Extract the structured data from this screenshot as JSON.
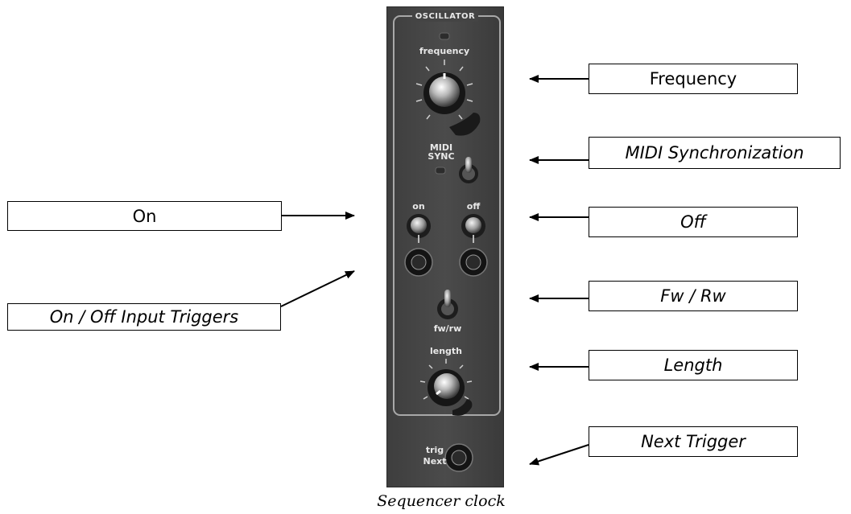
{
  "module": {
    "header": "OSCILLATOR",
    "labels": {
      "frequency": "frequency",
      "midi_sync_line1": "MIDI",
      "midi_sync_line2": "SYNC",
      "on": "on",
      "off": "off",
      "fwrw": "fw/rw",
      "length": "length",
      "trig_line1": "trig",
      "trig_line2": "Next"
    }
  },
  "callouts": {
    "frequency": "Frequency",
    "midi_sync": "MIDI Synchronization",
    "on": "On",
    "off": "Off",
    "on_off_triggers": "On / Off Input Triggers",
    "fw_rw": "Fw / Rw",
    "length": "Length",
    "next_trigger": "Next Trigger"
  },
  "caption": "Sequencer clock"
}
